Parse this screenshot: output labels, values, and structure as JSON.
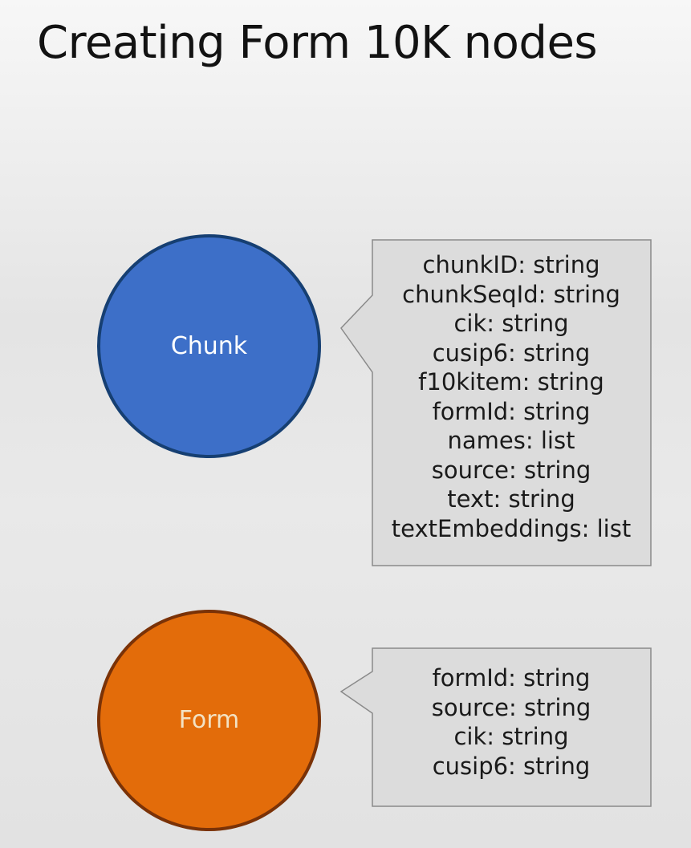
{
  "title": "Creating Form 10K nodes",
  "colors": {
    "chunk_fill": "#3d6fc8",
    "chunk_border": "#163f72",
    "form_fill": "#e36c0a",
    "form_border": "#7a3207",
    "callout_fill": "#dcdcdc",
    "callout_border": "#8a8a8a"
  },
  "nodes": [
    {
      "label": "Chunk",
      "properties": [
        "chunkID: string",
        "chunkSeqId: string",
        "cik: string",
        "cusip6: string",
        "f10kitem: string",
        "formId: string",
        "names: list",
        "source: string",
        "text: string",
        "textEmbeddings: list"
      ]
    },
    {
      "label": "Form",
      "properties": [
        "formId: string",
        "source: string",
        "cik: string",
        "cusip6: string"
      ]
    }
  ]
}
